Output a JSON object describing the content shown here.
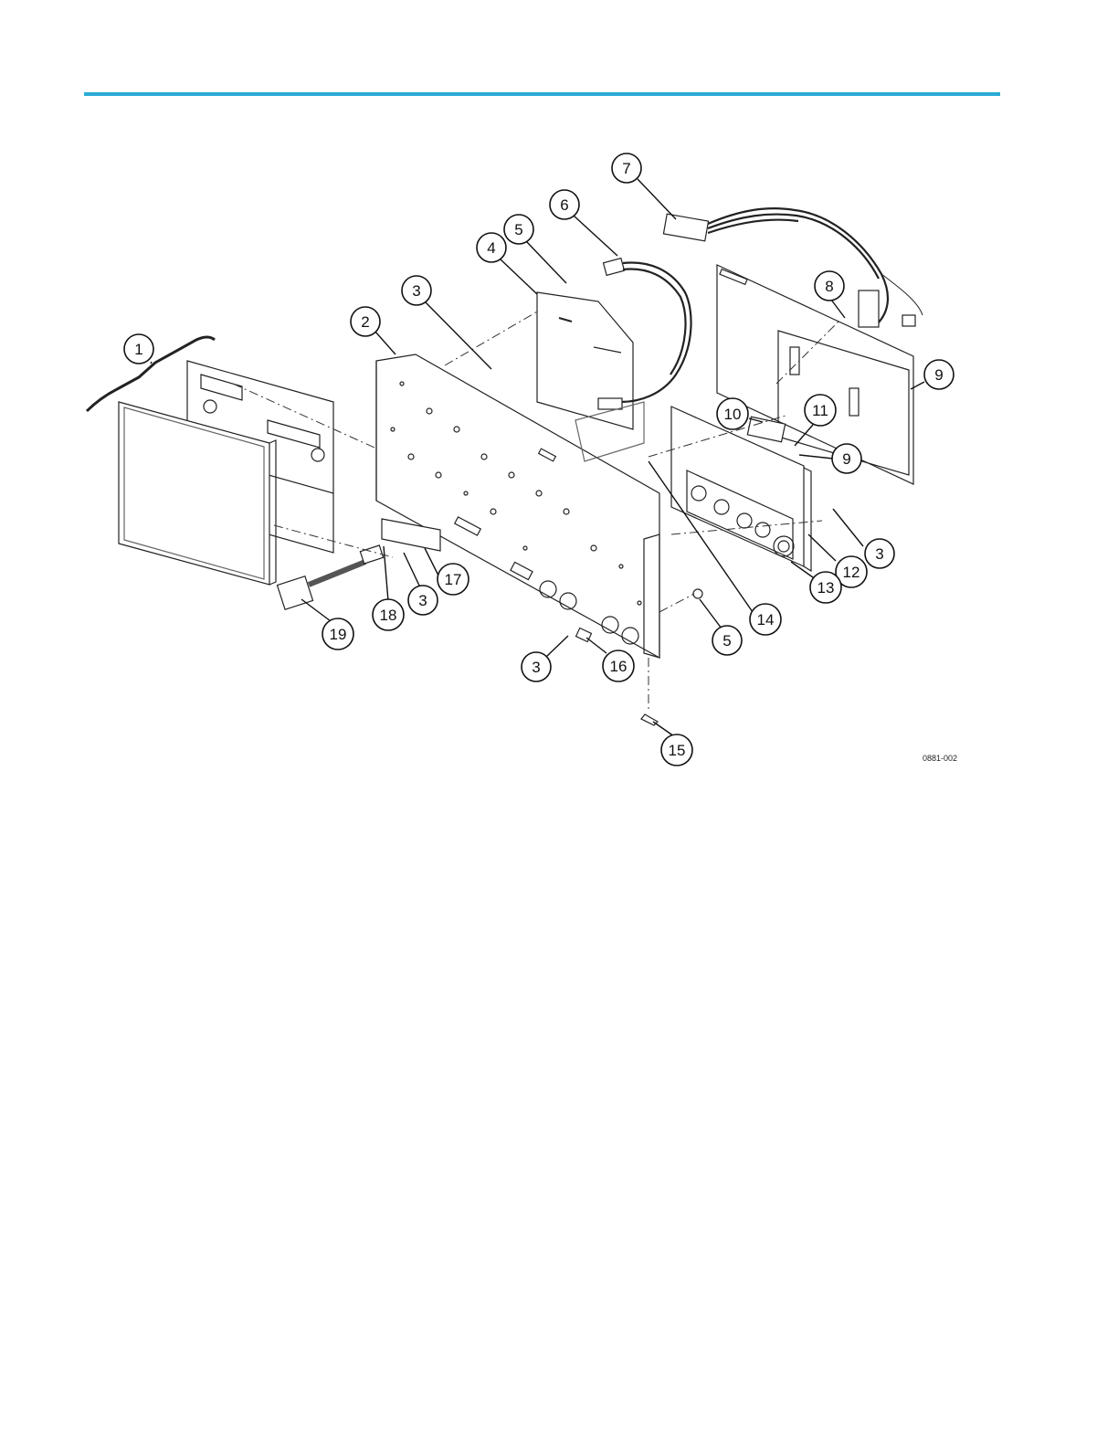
{
  "header": {
    "rule_color": "#29abd4"
  },
  "figure": {
    "id_label": "0881-002",
    "callouts": [
      "1",
      "2",
      "3",
      "4",
      "5",
      "6",
      "7",
      "8",
      "9",
      "10",
      "11",
      "9",
      "12",
      "3",
      "13",
      "14",
      "17",
      "18",
      "3",
      "19",
      "5",
      "3",
      "16",
      "15"
    ]
  }
}
